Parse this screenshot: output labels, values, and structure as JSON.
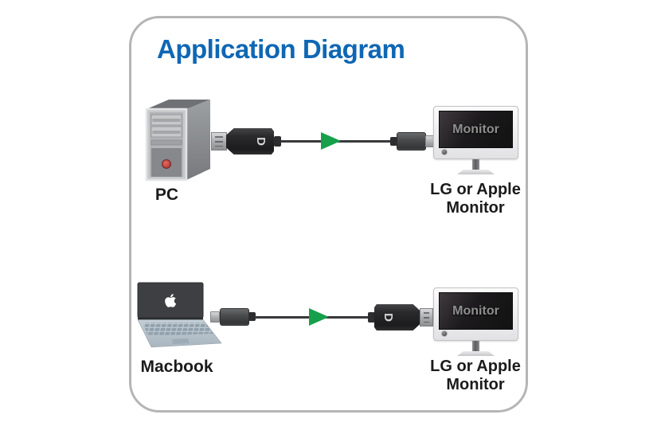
{
  "title": "Application Diagram",
  "colors": {
    "title": "#0e67b4",
    "arrow": "#17a04b",
    "frame_border": "#b5b5b5",
    "cable": "#38393b"
  },
  "rows": [
    {
      "source": {
        "label": "PC"
      },
      "adapter": {
        "logo": "D"
      },
      "arrow_direction": "right",
      "target": {
        "screen_text": "Monitor",
        "label": "LG or Apple Monitor"
      }
    },
    {
      "source": {
        "label": "Macbook"
      },
      "adapter": {
        "logo": "D"
      },
      "arrow_direction": "right",
      "target": {
        "screen_text": "Monitor",
        "label": "LG or Apple Monitor"
      }
    }
  ]
}
